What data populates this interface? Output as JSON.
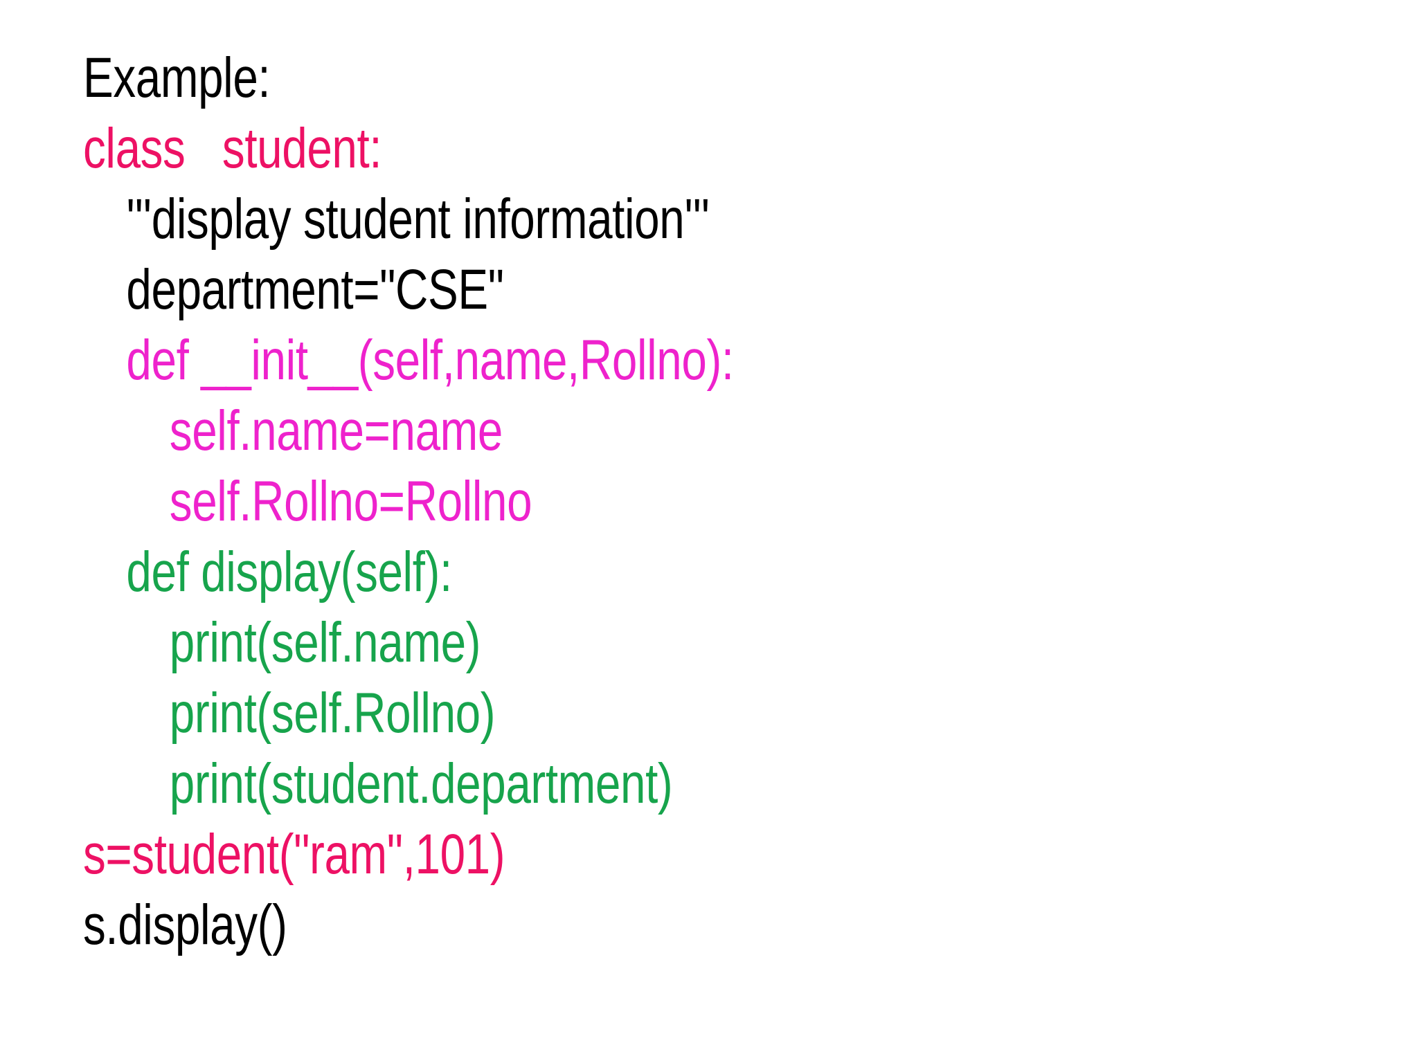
{
  "slide": {
    "background_color": "#FFFFFF",
    "title_line": "Example:",
    "language": "python",
    "palette": {
      "black": "#000000",
      "crimson": "#ED1164",
      "magenta": "#EE22CC",
      "green": "#17A44C"
    }
  },
  "code": {
    "lines": [
      {
        "indent": 0,
        "color": "black",
        "text": "Example:"
      },
      {
        "indent": 0,
        "color": "crimson",
        "text": "class   student:"
      },
      {
        "indent": 1,
        "color": "black",
        "text": "'''display student information'''"
      },
      {
        "indent": 1,
        "color": "black",
        "text": "department=\"CSE\""
      },
      {
        "indent": 1,
        "color": "magenta",
        "text": "def __init__(self,name,Rollno):"
      },
      {
        "indent": 2,
        "color": "magenta",
        "text": "self.name=name"
      },
      {
        "indent": 2,
        "color": "magenta",
        "text": "self.Rollno=Rollno"
      },
      {
        "indent": 1,
        "color": "green",
        "text": "def display(self):"
      },
      {
        "indent": 2,
        "color": "green",
        "text": "print(self.name)"
      },
      {
        "indent": 2,
        "color": "green",
        "text": "print(self.Rollno)"
      },
      {
        "indent": 2,
        "color": "green",
        "text": "print(student.department)"
      },
      {
        "indent": 0,
        "color": "crimson",
        "text": "s=student(\"ram\",101)"
      },
      {
        "indent": 0,
        "color": "black",
        "text": "s.display()"
      }
    ]
  }
}
